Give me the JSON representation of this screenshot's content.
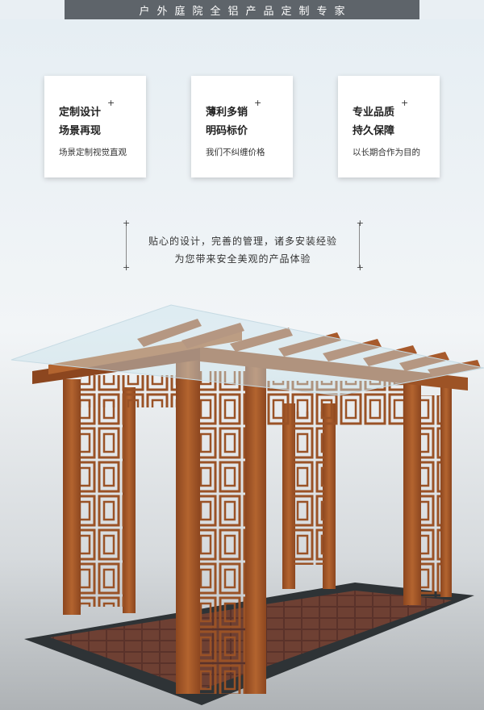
{
  "header": {
    "title": "户外庭院全铝产品定制专家"
  },
  "cards": [
    {
      "line1": "定制设计",
      "line2": "场景再现",
      "line3": "场景定制视觉直观"
    },
    {
      "line1": "薄利多销",
      "line2": "明码标价",
      "line3": "我们不纠缠价格"
    },
    {
      "line1": "专业品质",
      "line2": "持久保障",
      "line3": "以长期合作为目的"
    }
  ],
  "tagline": {
    "line1": "贴心的设计，完善的管理，诸多安装经验",
    "line2": "为您带来安全美观的产品体验"
  },
  "colors": {
    "wood": "#a75a2c",
    "wood_dark": "#7e3f1b",
    "bar": "#5e646a",
    "card": "#ffffff"
  },
  "icons": {
    "plus": "plus-icon",
    "corner": "crosshair-icon"
  }
}
